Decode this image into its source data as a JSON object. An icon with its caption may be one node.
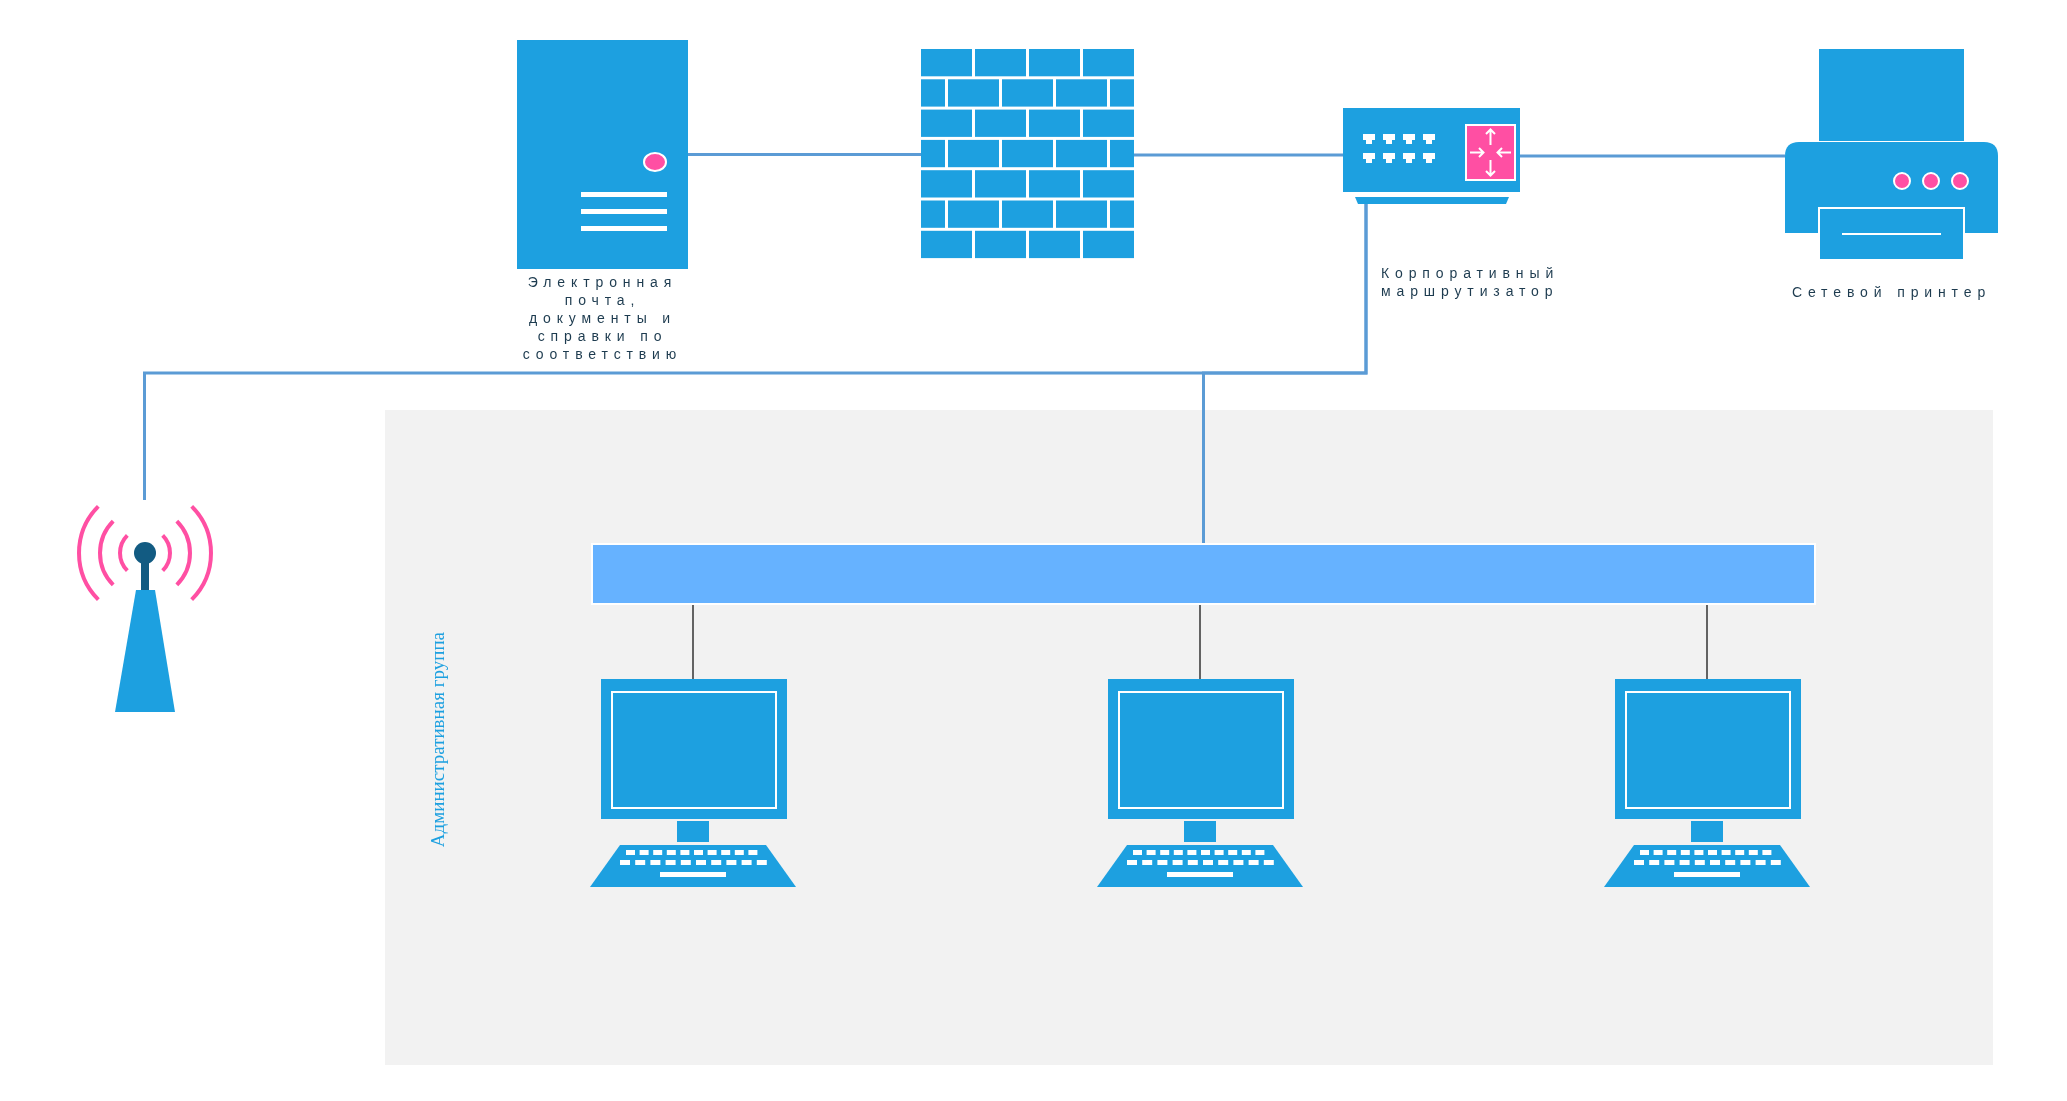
{
  "diagram": {
    "nodes": [
      {
        "text": [
          "Электронная почта, документы и справки по соответствию"
        ]
      },
      {
        "text": [],
        "shape": "picture"
      },
      {
        "text": [
          "Корпоративный маршрутизатор"
        ]
      },
      {
        "text": [
          "Сетевой принтер"
        ]
      },
      {
        "text": [],
        "shape": "picture"
      },
      {
        "text": [
          "Административная группа"
        ]
      },
      {
        "text": [],
        "shape": "bar",
        "in": 5
      },
      {
        "text": [],
        "shape": "picture",
        "in": 5
      },
      {
        "text": [],
        "shape": "picture",
        "in": 5
      },
      {
        "text": [],
        "shape": "picture",
        "in": 5
      }
    ],
    "edges": [
      {
        "from": 0,
        "to": 1,
        "arrow": "none"
      },
      {
        "from": 1,
        "to": 2,
        "arrow": "none"
      },
      {
        "from": 2,
        "to": 3,
        "arrow": "none"
      },
      {
        "from": 2,
        "to": 4,
        "arrow": "none"
      },
      {
        "from": 2,
        "to": 6,
        "arrow": "none"
      },
      {
        "from": 6,
        "to": 7,
        "arrow": "none",
        "color": "#333333"
      },
      {
        "from": 6,
        "to": 8,
        "arrow": "none",
        "color": "#333333"
      },
      {
        "from": 6,
        "to": 9,
        "arrow": "none",
        "color": "#333333"
      }
    ]
  }
}
